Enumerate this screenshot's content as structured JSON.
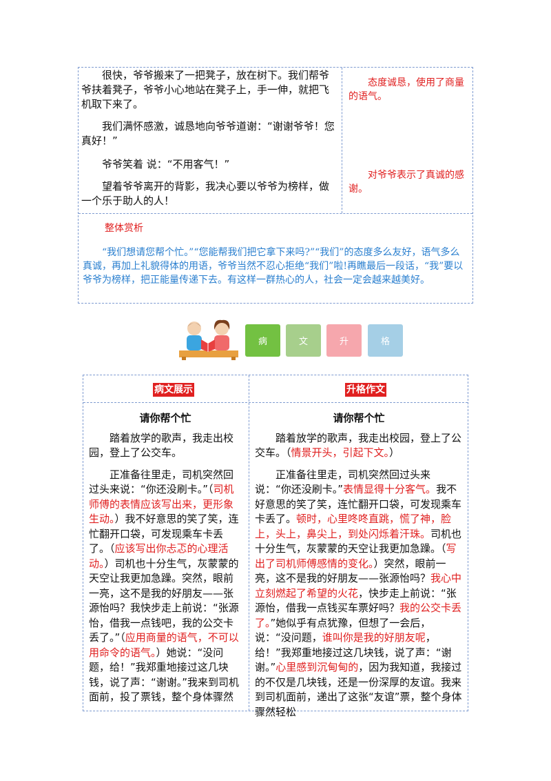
{
  "top": {
    "paragraphs": [
      "很快，爷爷搬来了一把凳子，放在树下。我们帮爷爷扶着凳子，爷爷小心地站在凳子上，手一伸，就把飞机取下来了。",
      "我们满怀感激，诚恳地向爷爷道谢：“谢谢爷爷！您真好！”",
      "爷爷笑着 说：“不用客气！”",
      "望着爷爷离开的背影，我决心要以爷爷为榜样，做一个乐于助人的人！"
    ],
    "comments": [
      "态度诚恳，使用了商量的语气。",
      "对爷爷表示了真诚的感谢。"
    ],
    "appreciation_title": "整体赏析",
    "appreciation_text": "“我们想请您帮个忙。”“您能帮我们把它拿下来吗?”“我们”的态度多么友好，语气多么真诚，再加上礼貌得体的用语，爷爷当然不忍心拒绝“我们”啦!再瞧最后一段话，“我”要以爷爷为榜样，把正能量传递下去。有这样一群热心的人，社会一定会越来越美好。"
  },
  "banner": {
    "tiles": [
      "病",
      "文",
      "升",
      "格"
    ],
    "colors": [
      "#73c142",
      "#a7cf8c",
      "#f6a7ad",
      "#a5cfe6"
    ]
  },
  "left_col": {
    "header": "病文展示",
    "title": "请你帮个忙",
    "p1": "踏着放学的歌声，我走出校园，登上了公交车。",
    "p2_segments": [
      {
        "text": "正准备往里走，司机突然回过头来说：“你还没刷卡。”（",
        "red": false
      },
      {
        "text": "司机师傅的表情应该写出来，更形象生动。",
        "red": true
      },
      {
        "text": "）我不好意思的笑了笑，连忙翻开口袋，可发现乘车卡丢了。（",
        "red": false
      },
      {
        "text": "应该写出你忐忑的心理活动。",
        "red": true
      },
      {
        "text": "）司机也十分生气，灰蒙蒙的天空让我更加急躁。突然，眼前一亮，这不是我的好朋友——张源怡吗？我快步走上前说：“张源怡，借我一点钱吧，我的公交卡丢了。”（",
        "red": false
      },
      {
        "text": "应用商量的语气，不可以用命令的语气。",
        "red": true
      },
      {
        "text": "）她说：“没问题，给！”我郑重地接过这几块钱，说了声：“谢谢。”我来到司机面前，投了票钱，整个身体骤然",
        "red": false
      }
    ]
  },
  "right_col": {
    "header": "升格作文",
    "title": "请你帮个忙",
    "p1_segments": [
      {
        "text": "踏着放学的歌声，我走出校园，登上了公交车。（",
        "red": false
      },
      {
        "text": "情景开头，引起下文。",
        "red": true
      },
      {
        "text": "）",
        "red": false
      }
    ],
    "p2_segments": [
      {
        "text": "正准备往里走，司机突然回过头来说：“你还没刷卡。”",
        "red": false
      },
      {
        "text": "表情显得十分客气。",
        "red": true
      },
      {
        "text": "我不好意思的笑了笑，连忙翻开口袋，可发现乘车卡丢了。",
        "red": false
      },
      {
        "text": "顿时，心里咚咚直跳，慌了神，脸上，头上，鼻尖上，到处闪烁着汗珠。",
        "red": true
      },
      {
        "text": "司机也十分生气，灰蒙蒙的天空让我更加急躁。（",
        "red": false
      },
      {
        "text": "写出了司机师傅感情的变化。",
        "red": true
      },
      {
        "text": "）突然，眼前一亮，这不是我的好朋友——张源怡吗？",
        "red": false
      },
      {
        "text": "我心中立刻燃起了希望的火花",
        "red": true
      },
      {
        "text": "，快步走上前说：“张源怡，借我一点钱买车票好吗？",
        "red": false
      },
      {
        "text": "我的公交卡丢了。",
        "red": true
      },
      {
        "text": "”她似乎有点犹豫，但想了一会后，说：“没问题，",
        "red": false
      },
      {
        "text": "谁叫你是我的好朋友呢",
        "red": true
      },
      {
        "text": "，给！”我郑重地接过这几块钱，说了声：“谢谢。”",
        "red": false
      },
      {
        "text": "心里感到沉甸甸的",
        "red": true
      },
      {
        "text": "，因为我知道，我接过的不仅是几块钱，还是一份深厚的友谊。我来到司机面前，递出了这张“友谊”票，整个身体骤然轻松",
        "red": false
      }
    ]
  }
}
